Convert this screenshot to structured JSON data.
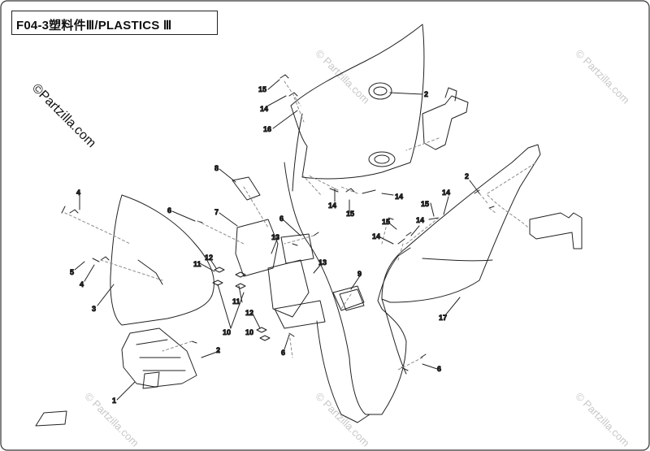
{
  "title": "F04-3塑料件Ⅲ/PLASTICS Ⅲ",
  "watermark_main": "©Partzilla.com",
  "watermark_faint": "© Partzilla.com",
  "callouts": [
    "1",
    "2",
    "2",
    "2",
    "3",
    "4",
    "4",
    "5",
    "6",
    "6",
    "6",
    "6",
    "7",
    "8",
    "9",
    "10",
    "10",
    "11",
    "11",
    "12",
    "12",
    "13",
    "13",
    "14",
    "14",
    "14",
    "14",
    "14",
    "15",
    "15",
    "15",
    "16",
    "17"
  ],
  "colors": {
    "line": "#222222",
    "dash": "#8a8a8a",
    "watermark": "#c8c8c8"
  }
}
